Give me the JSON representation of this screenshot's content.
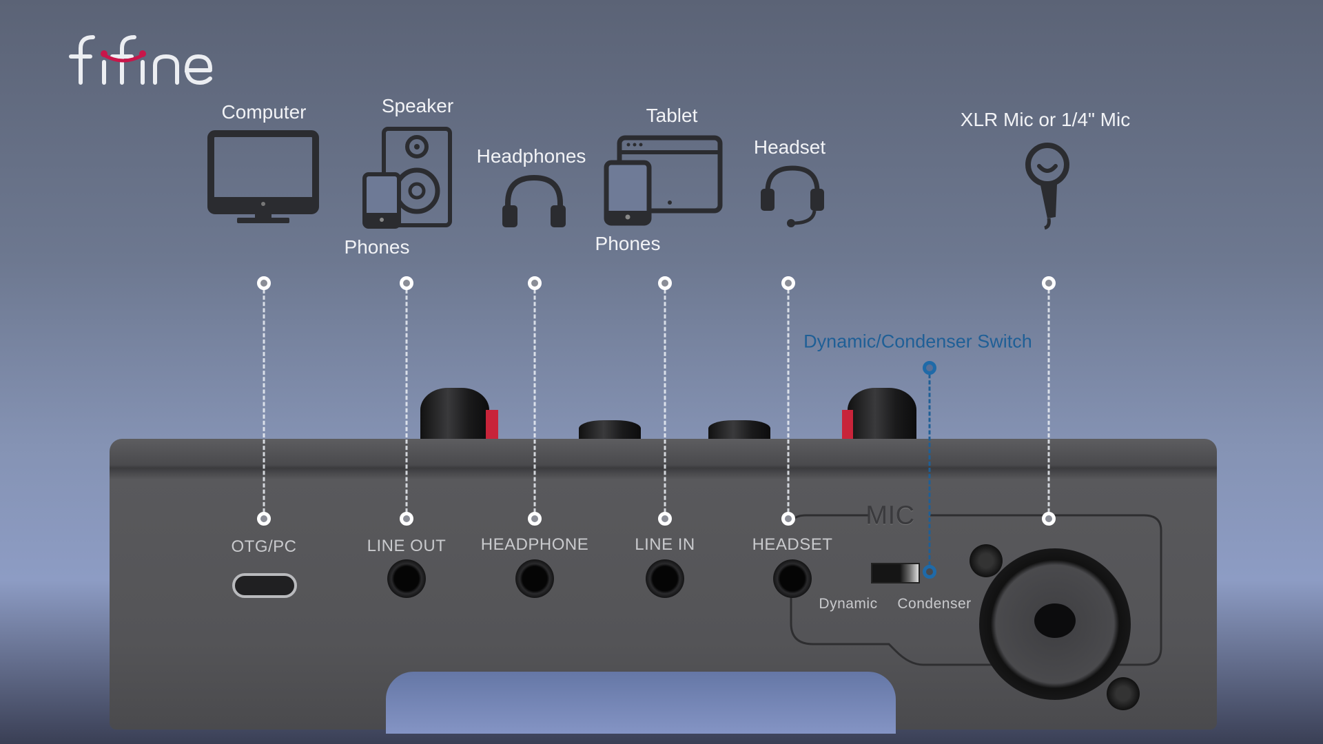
{
  "brand": {
    "logo_text": "fifine",
    "accent": "#c8164a"
  },
  "devices": [
    {
      "label": "Computer",
      "icon": "monitor-icon"
    },
    {
      "label": "Speaker",
      "sublabel": "Phones",
      "icon": "speaker-phone-icon"
    },
    {
      "label": "Headphones",
      "icon": "headphones-icon"
    },
    {
      "label": "Tablet",
      "sublabel": "Phones",
      "icon": "tablet-phone-icon"
    },
    {
      "label": "Headset",
      "icon": "headset-icon"
    },
    {
      "label": "XLR Mic or 1/4\" Mic",
      "icon": "microphone-icon"
    }
  ],
  "ports": [
    "OTG/PC",
    "LINE OUT",
    "HEADPHONE",
    "LINE IN",
    "HEADSET"
  ],
  "mic_section": {
    "title": "MIC",
    "switch_label": "Dynamic/Condenser Switch",
    "switch_color": "#1f5f96",
    "left": "Dynamic",
    "right": "Condenser"
  }
}
